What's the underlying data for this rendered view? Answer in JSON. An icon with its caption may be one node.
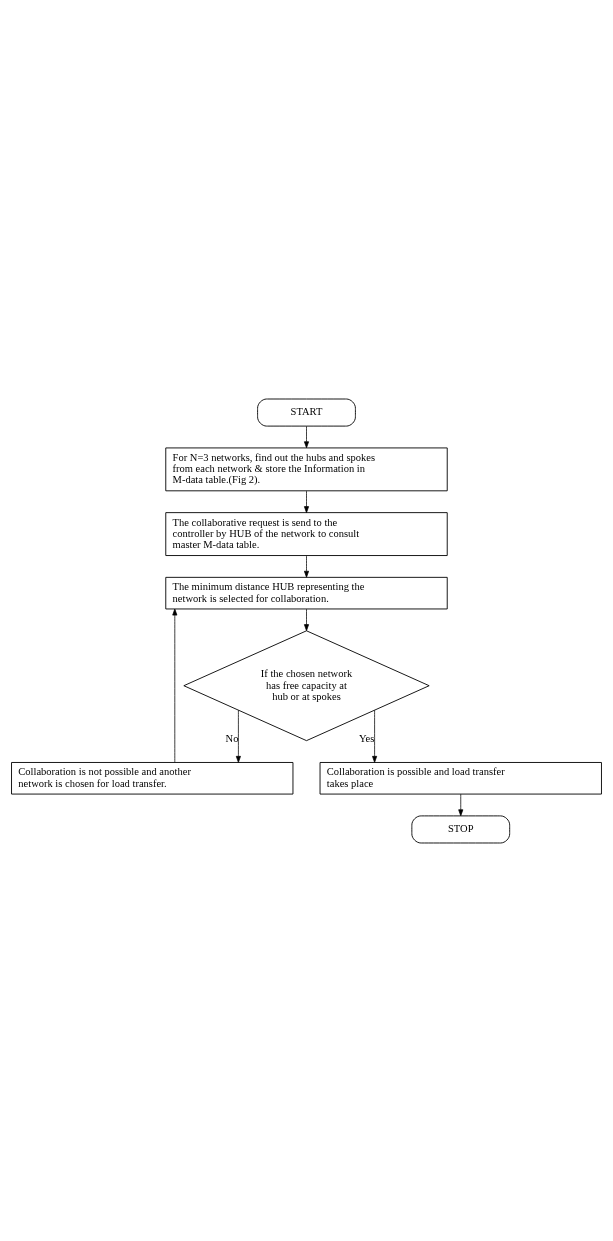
{
  "diagram": {
    "nodes": [
      {
        "text": [
          "START"
        ]
      },
      {
        "text": [
          "For N=3 networks, find out the hubs and spokes from each network & store the Information in M-data table.(Fig 2)."
        ]
      },
      {
        "text": [
          "The collaborative request is send to the controller by HUB of the network to consult master M-data table."
        ]
      },
      {
        "text": [
          "The minimum distance HUB representing the network is selected for collaboration."
        ]
      },
      {
        "text": [
          "If the chosen network has free capacity at hub or at spokes"
        ]
      },
      {
        "text": [
          "Collaboration is not possible and another network is chosen for load transfer."
        ]
      },
      {
        "text": [
          "Collaboration is possible and load transfer takes place"
        ]
      },
      {
        "text": [
          "STOP"
        ]
      }
    ],
    "edges": [
      {
        "from": 0,
        "to": 1,
        "arrow": "to"
      },
      {
        "from": 1,
        "to": 2,
        "arrow": "to"
      },
      {
        "from": 2,
        "to": 3,
        "arrow": "to"
      },
      {
        "from": 3,
        "to": 4,
        "arrow": "to"
      },
      {
        "from": 4,
        "to": 5,
        "arrow": "to",
        "label": "No"
      },
      {
        "from": 5,
        "to": 3,
        "arrow": "to"
      },
      {
        "from": 4,
        "to": 6,
        "arrow": "to",
        "label": "Yes"
      },
      {
        "from": 6,
        "to": 7,
        "arrow": "to"
      }
    ]
  }
}
